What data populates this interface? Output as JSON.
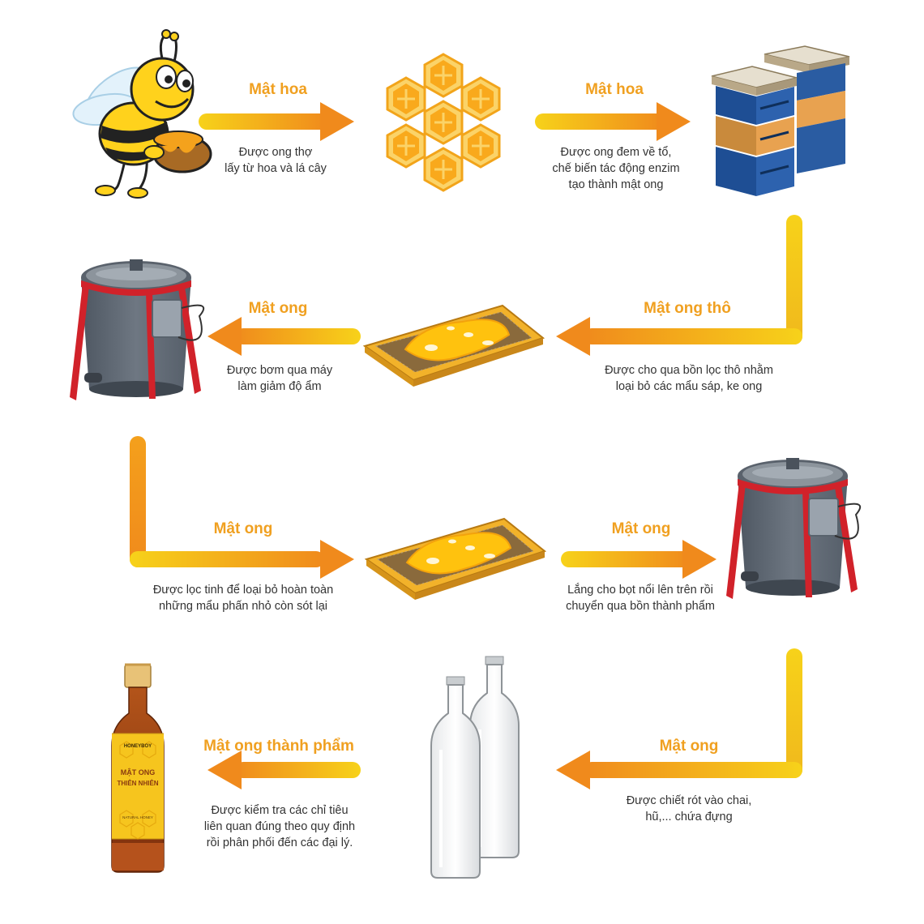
{
  "colors": {
    "accent": "#f0a020",
    "arrow_start": "#f7d21a",
    "arrow_end": "#f08a1c",
    "text": "#333333"
  },
  "steps": [
    {
      "label": "Mật hoa",
      "desc": [
        "Được ong thợ",
        "lấy từ hoa và lá cây"
      ]
    },
    {
      "label": "Mật hoa",
      "desc": [
        "Được ong đem về tổ,",
        "chế biến tác động enzim",
        "tạo thành mật ong"
      ]
    },
    {
      "label": "Mật ong thô",
      "desc": [
        "Được cho qua bồn lọc thô nhằm",
        "loại bỏ các mẩu sáp, ke ong"
      ]
    },
    {
      "label": "Mật ong",
      "desc": [
        "Được bơm qua máy",
        "làm giảm độ ẩm"
      ]
    },
    {
      "label": "Mật ong",
      "desc": [
        "Được lọc tinh để loại bỏ hoàn toàn",
        "những mẩu phấn nhỏ còn sót lại"
      ]
    },
    {
      "label": "Mật ong",
      "desc": [
        "Lắng cho bọt nổi lên trên rồi",
        "chuyển qua bồn thành phẩm"
      ]
    },
    {
      "label": "Mật ong",
      "desc": [
        "Được chiết rót vào chai,",
        "hũ,... chứa đựng"
      ]
    },
    {
      "label": "Mật ong thành phẩm",
      "desc": [
        "Được kiểm tra các chỉ tiêu",
        "liên quan đúng theo quy định",
        "rồi phân phối đến các đại lý."
      ]
    }
  ],
  "images": [
    {
      "icon": "bee-icon"
    },
    {
      "icon": "honeycomb-icon"
    },
    {
      "icon": "beehive-boxes-icon"
    },
    {
      "icon": "filter-tray-icon"
    },
    {
      "icon": "honey-tank-icon"
    },
    {
      "icon": "filter-tray-icon"
    },
    {
      "icon": "honey-tank-icon"
    },
    {
      "icon": "glass-bottles-icon"
    },
    {
      "icon": "honey-bottle-icon"
    }
  ],
  "product_label": {
    "brand": "HONEYBOY",
    "line1": "MẬT ONG",
    "line2": "THIÊN NHIÊN",
    "sub": "NATURAL HONEY"
  }
}
